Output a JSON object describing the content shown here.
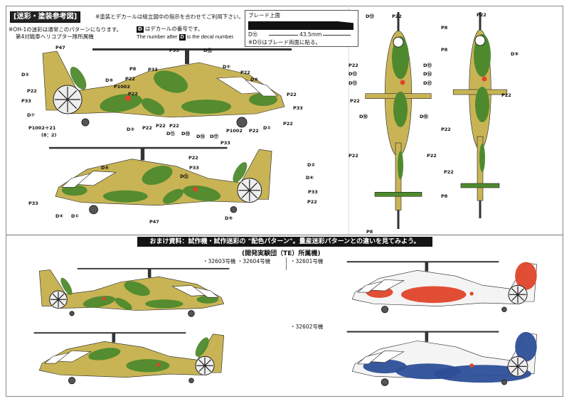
{
  "header": {
    "title": "[迷彩・塗装参考図]",
    "note_main": "※塗装とデカールは組立図中の指示を合わせてご利用下さい。",
    "note_oh1": "※OH-1の迷彩は通常このパターンになります。",
    "unit": "第4対戦車ヘリコプター隊所属機",
    "decal_note_jp": "はデカールの番号です。",
    "decal_note_en_pre": "The number after",
    "decal_note_en_post": "is the decal number.",
    "decal_key": "D"
  },
  "blade": {
    "title": "ブレード上面",
    "decal": "D⑮",
    "length": "43.5mm",
    "note": "※D⑮はブレード両面に貼る。"
  },
  "bonus": {
    "banner": "おまけ資料：試作機・試作迷彩の \"配色パターン\"。量産迷彩パターンとの違いを見てみよう。",
    "group": "(開発実験団（TE）所属機)",
    "left_ids": "・32603号機 ・32604号機",
    "right_id_1": "・32601号機",
    "right_id_2": "・32602号機"
  },
  "callouts": {
    "side1": [
      "P47",
      "D②",
      "P22",
      "P33",
      "D⑦",
      "P1002＋21",
      "(8：2)",
      "D⑨",
      "P1002",
      "P8",
      "P22",
      "P33",
      "P22",
      "D③",
      "P22",
      "D⑪",
      "D⑱",
      "P22",
      "P22",
      "D⑲",
      "D⑰",
      "P1002",
      "P33",
      "P22",
      "D⑤",
      "P22",
      "D⑧",
      "P22",
      "D①",
      "P22",
      "D⑫",
      "P33",
      "P33"
    ],
    "side2": [
      "D⑧",
      "P22",
      "P33",
      "D⑫",
      "P33",
      "P47",
      "D⑨",
      "D②",
      "D⑥",
      "P33",
      "P22",
      "D④",
      "D①"
    ],
    "top": [
      "D⑬",
      "P22",
      "P22",
      "D⑬",
      "D⑬",
      "D⑬",
      "D⑭",
      "D⑮",
      "D⑯",
      "D⑯",
      "P22",
      "P22",
      "P22",
      "P8"
    ],
    "bottom": [
      "P22",
      "P8",
      "P8",
      "D⑨",
      "P22",
      "P22",
      "P22",
      "P8"
    ]
  },
  "colors": {
    "khaki": "#c8b455",
    "green": "#4e8a2d",
    "dark": "#2f2f2f",
    "red": "#e0442a",
    "blue": "#2d4f98",
    "white": "#f4f4f4"
  }
}
